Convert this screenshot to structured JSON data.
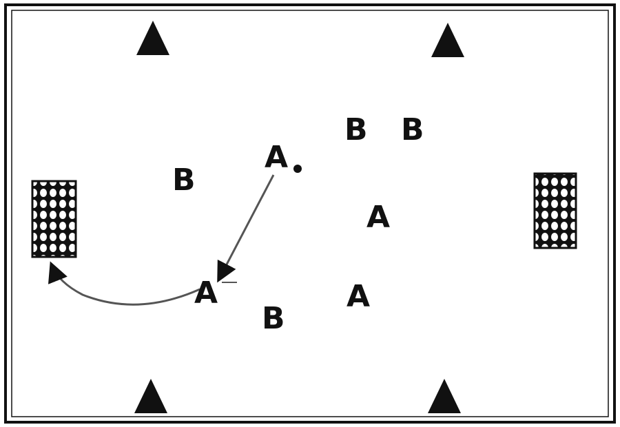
{
  "colors": {
    "ink": "#111111",
    "background": "#ffffff",
    "path": "#555555"
  },
  "players": {
    "a1": "A",
    "a2": "A",
    "a3": "A",
    "a4": "A",
    "b1": "B",
    "b2": "B",
    "b3": "B",
    "b4": "B"
  },
  "icons": {
    "cone": "triangle-cone-icon",
    "goal": "goal-net-icon",
    "ball": "ball-icon",
    "pass": "arrow-icon",
    "run": "curved-arrow-icon"
  }
}
